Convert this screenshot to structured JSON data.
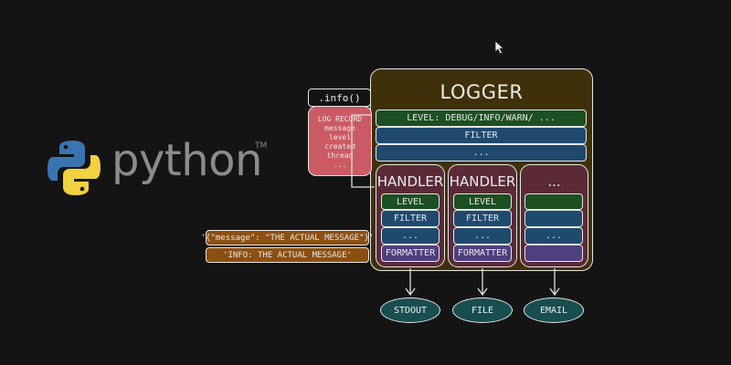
{
  "python": {
    "wordmark": "python",
    "trademark": "TM"
  },
  "call": ".info()",
  "log_record": {
    "title": "LOG RECORD",
    "fields": [
      "message",
      "level",
      "created",
      "thread",
      "..."
    ]
  },
  "logger": {
    "title": "LOGGER",
    "level": "LEVEL: DEBUG/INFO/WARN/ ...",
    "filter": "FILTER",
    "more": "..."
  },
  "handlers": [
    {
      "title": "HANDLER",
      "level": "LEVEL",
      "filter": "FILTER",
      "more": "...",
      "formatter": "FORMATTER",
      "output": "STDOUT"
    },
    {
      "title": "HANDLER",
      "level": "LEVEL",
      "filter": "FILTER",
      "more": "...",
      "formatter": "FORMATTER",
      "output": "FILE"
    },
    {
      "title": "...",
      "level": "",
      "filter": "",
      "more": "...",
      "formatter": "",
      "output": "EMAIL"
    }
  ],
  "formatted": {
    "json": "'{\"message\": \"THE ACTUAL MESSAGE\"}'",
    "text": "'INFO: THE ACTUAL MESSAGE'"
  },
  "colors": {
    "background": "#141414",
    "logger": "#3e3008",
    "handler": "#5a2a37",
    "level": "#1c4f22",
    "filter": "#1f4a6e",
    "formatter": "#4e3f7e",
    "record": "#cc5a63",
    "output": "#184e50",
    "formatted": "#8c4f10"
  },
  "icons": [
    "python-logo-icon",
    "mouse-cursor-icon"
  ]
}
